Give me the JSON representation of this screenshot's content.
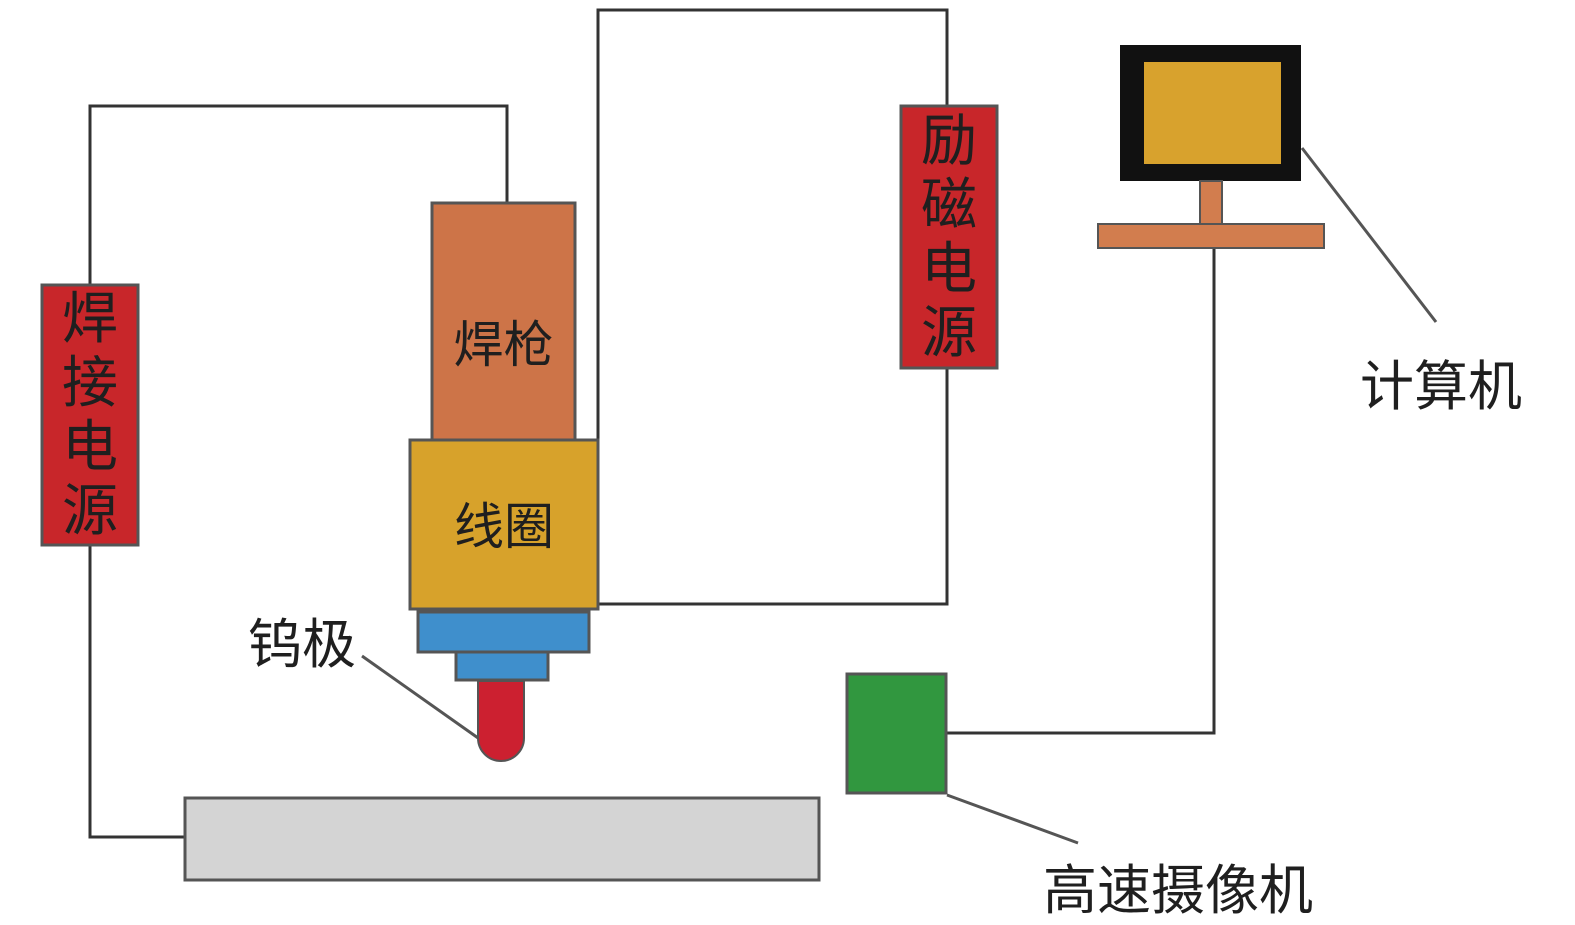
{
  "labels": {
    "welding_power": [
      "焊",
      "接",
      "电",
      "源"
    ],
    "excitation_power": [
      "励",
      "磁",
      "电",
      "源"
    ],
    "torch": "焊枪",
    "coil": "线圈",
    "tungsten": "钨极",
    "computer": "计算机",
    "camera": "高速摄像机"
  },
  "colors": {
    "power_red": "#c8262a",
    "torch_orange": "#cd7448",
    "coil_gold": "#d7a22b",
    "nozzle_blue": "#3f8fcc",
    "tip_red": "#cc2030",
    "camera_green": "#31973f",
    "workpiece_gray": "#d4d4d4",
    "computer_frame": "#111111",
    "screen_gold": "#d8a22d",
    "stand_orange": "#d27d4e",
    "wire": "#333333"
  }
}
